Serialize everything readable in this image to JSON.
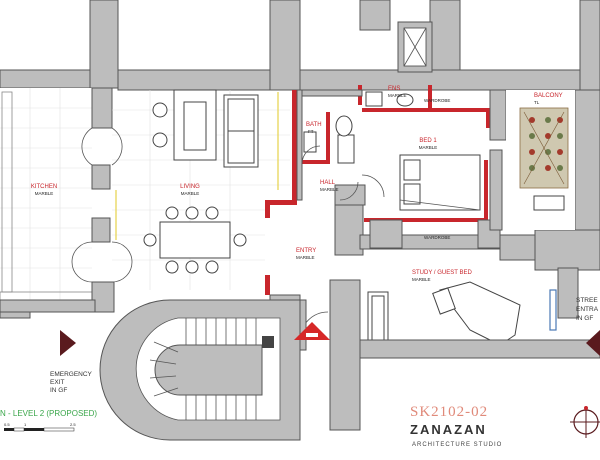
{
  "rooms": {
    "kitchen": {
      "name": "KITCHEN",
      "floor": "MARBLE"
    },
    "living": {
      "name": "LIVING",
      "floor": "MARBLE"
    },
    "bath": {
      "name": "BATH",
      "floor": "FT"
    },
    "ens": {
      "name": "ENS",
      "floor": "MARBLE"
    },
    "wardrobe_top": {
      "name": "WARDROBE"
    },
    "bed1": {
      "name": "BED 1",
      "floor": "MARBLE"
    },
    "balcony": {
      "name": "BALCONY",
      "floor": "TL"
    },
    "hall": {
      "name": "HALL",
      "floor": "MARBLE"
    },
    "wardrobe_bottom": {
      "name": "WARDROBE"
    },
    "entry": {
      "name": "ENTRY",
      "floor": "MARBLE"
    },
    "study": {
      "name": "STUDY / GUEST BED",
      "floor": "MARBLE"
    }
  },
  "annotations": {
    "emergency_exit": [
      "EMERGENCY",
      "EXIT",
      "IN GF"
    ],
    "street_entrance": [
      "STREE",
      "ENTRA",
      "IN GF"
    ],
    "plan_title": "N - LEVEL 2 (PROPOSED)",
    "scale_ticks": [
      "0.5",
      "1",
      "2.5"
    ]
  },
  "title_block": {
    "project_code": "SK2102-02",
    "studio_name": "ZANAZAN",
    "studio_tagline": "ARCHITECTURE STUDIO"
  },
  "colors": {
    "label_red": "#c8262c",
    "wall_grey": "#bdbdbd",
    "plan_title_green": "#3aa64a",
    "code_salmon": "#e08a7a",
    "studio_dark": "#333333",
    "marker_maroon": "#5a1a1e"
  }
}
